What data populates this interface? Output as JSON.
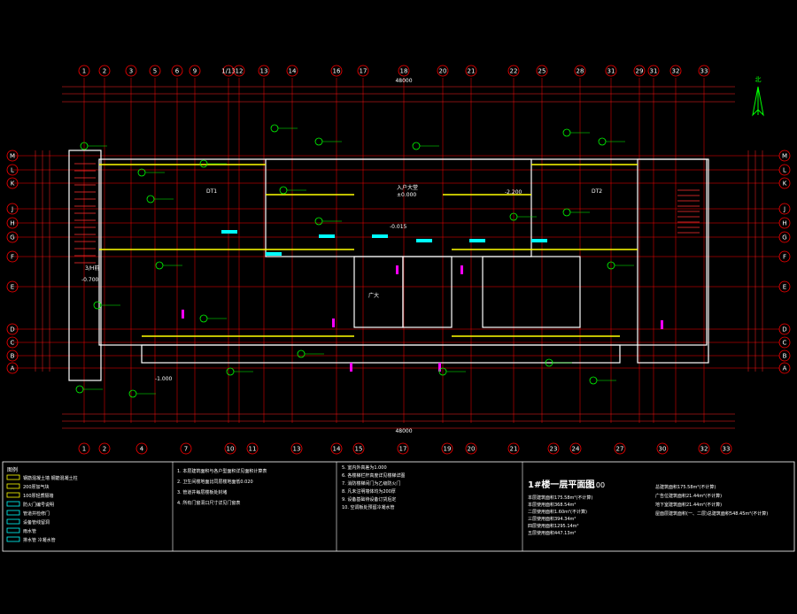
{
  "drawing": {
    "title": "1#楼一层平面图",
    "scale": "1:100",
    "north_label": "北",
    "total_dim_top": "48000",
    "total_dim_bottom": "48000"
  },
  "axes_top": [
    "1",
    "2",
    "3",
    "5",
    "6",
    "9",
    "1/13",
    "12",
    "13",
    "14",
    "16",
    "17",
    "18",
    "20",
    "21",
    "22",
    "25",
    "28",
    "31",
    "29",
    "31",
    "32",
    "33"
  ],
  "axes_bottom": [
    "1",
    "2",
    "4",
    "7",
    "10",
    "11",
    "13",
    "14",
    "15",
    "17",
    "19",
    "20",
    "21",
    "23",
    "24",
    "27",
    "30",
    "32",
    "33"
  ],
  "axes_rows_left": [
    "M",
    "L",
    "K",
    "J",
    "H",
    "G",
    "F",
    "E",
    "D",
    "C",
    "B",
    "A"
  ],
  "axes_rows_right": [
    "M",
    "L",
    "K",
    "J",
    "H",
    "G",
    "F",
    "E",
    "D",
    "C",
    "B",
    "A"
  ],
  "room_labels": [
    {
      "text": "3/H前",
      "id": "r1"
    },
    {
      "text": "入户大堂",
      "id": "r2"
    },
    {
      "text": "DT1",
      "id": "r3"
    },
    {
      "text": "DT2",
      "id": "r4"
    },
    {
      "text": "±0.000",
      "id": "r5"
    },
    {
      "text": "-0.015",
      "id": "r6"
    },
    {
      "text": "-2.200",
      "id": "r7"
    },
    {
      "text": "-1.000",
      "id": "r8"
    },
    {
      "text": "-0.700",
      "id": "r9"
    },
    {
      "text": "广大",
      "id": "r10"
    }
  ],
  "legend": {
    "label": "图例",
    "items": [
      "钢筋混凝土墙 钢筋混凝土柱",
      "200厚加气块",
      "100厚轻质隔墙",
      "防火门编号说明",
      "管道井检修门",
      "设备管线留洞",
      "雨水管",
      "排水管 冷凝水管"
    ]
  },
  "notes_col1": [
    "1. 本层建筑面积与各户型面积详见面积计算表",
    "2. 卫生间楼地面比同层楼地面低0.020",
    "3. 管道井每层楼板处封堵",
    "4. 所有门窗洞口尺寸详见门窗表"
  ],
  "notes_col2": [
    "5. 室内外高差为1.000",
    "6. 各楼梯栏杆高度详见楼梯详图",
    "7. 消防楼梯间门为乙级防火门",
    "8. 凡未注明墙体均为200厚",
    "9. 设备基础待设备订货后定",
    "10. 空调板处预留冷凝水管"
  ],
  "area_stats": [
    "本层建筑面积175.58m²(不计算)",
    "本层使用面积368.54m²",
    "二层使用面积1.60m²(不计算)",
    "三层使用面积394.34m²",
    "四层使用面积1295.14m²",
    "五层使用面积447.13m²"
  ],
  "area_stats_right": [
    "总建筑面积175.58m²(不计算)",
    "广告位建筑面积21.44m²(不计算)",
    "地下室建筑面积21.44m²(不计算)",
    "屋面层建筑面积(一、二层)总建筑面积548.45m²(不计算)"
  ],
  "colors": {
    "background": "#000000",
    "axis_line": "#ff0000",
    "dim_text": "#ffffff",
    "wall": "#ffffff",
    "partition": "#ffff00",
    "annotation": "#00ff00",
    "cyan": "#00ffff",
    "magenta": "#ff00ff",
    "table_border": "#ffffff"
  }
}
